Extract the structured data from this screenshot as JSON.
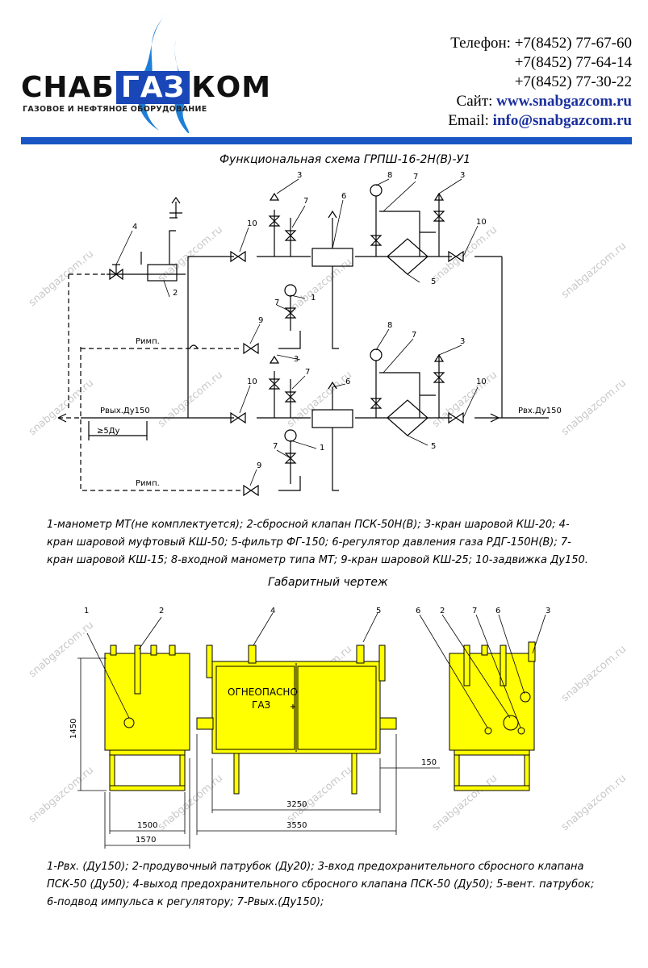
{
  "header": {
    "logo_left": "СНАБ",
    "logo_mid": "ГАЗ",
    "logo_right": "КОМ",
    "logo_subtitle": "ГАЗОВОЕ И НЕФТЯНОЕ ОБОРУДОВАНИЕ",
    "phone_label": "Телефон:",
    "phones": [
      "+7(8452) 77-67-60",
      "+7(8452) 77-64-14",
      "+7(8452) 77-30-22"
    ],
    "site_label": "Сайт:",
    "site": "www.snabgazcom.ru",
    "email_label": "Email:",
    "email": "info@snabgazcom.ru"
  },
  "colors": {
    "accent_blue": "#1a56c4",
    "cabinet_yellow": "#ffff00",
    "logo_flame": "#1e7fd8"
  },
  "scheme": {
    "title": "Функциональная схема ГРПШ-16-2Н(В)-У1",
    "labels": {
      "p_imp_1": "Pимп.",
      "p_imp_2": "Pимп.",
      "p_out": "Pвых.Ду150",
      "p_in": "Pвх.Ду150",
      "dist": "≥5Ду"
    },
    "numbers": [
      "1",
      "2",
      "3",
      "4",
      "5",
      "6",
      "7",
      "8",
      "9",
      "10"
    ],
    "legend": "1-манометр МТ(не комплектуется); 2-сбросной клапан ПСК-50Н(В); 3-кран шаровой КШ-20; 4-кран шаровой муфтовый КШ-50; 5-фильтр ФГ-150; 6-регулятор давления газа РДГ-150Н(В); 7-кран шаровой КШ-15; 8-входной манометр типа МТ; 9-кран шаровой КШ-25; 10-задвижка Ду150."
  },
  "dimensions": {
    "title": "Габаритный чертеж",
    "cabinet_text_1": "ОГНЕОПАСНО",
    "cabinet_text_2": "ГАЗ",
    "dim_height": "1450",
    "dim_w1": "1500",
    "dim_w2": "1570",
    "dim_w3": "3250",
    "dim_w4": "3550",
    "dim_side": "150",
    "legend": "1-Pвх. (Ду150); 2-продувочный патрубок (Ду20); 3-вход предохранительного сбросного клапана ПСК-50 (Ду50); 4-выход предохранительного сбросного клапана ПСК-50 (Ду50); 5-вент. патрубок; 6-подвод импульса к регулятору; 7-Pвых.(Ду150);"
  },
  "watermark": "snabgazcom.ru"
}
